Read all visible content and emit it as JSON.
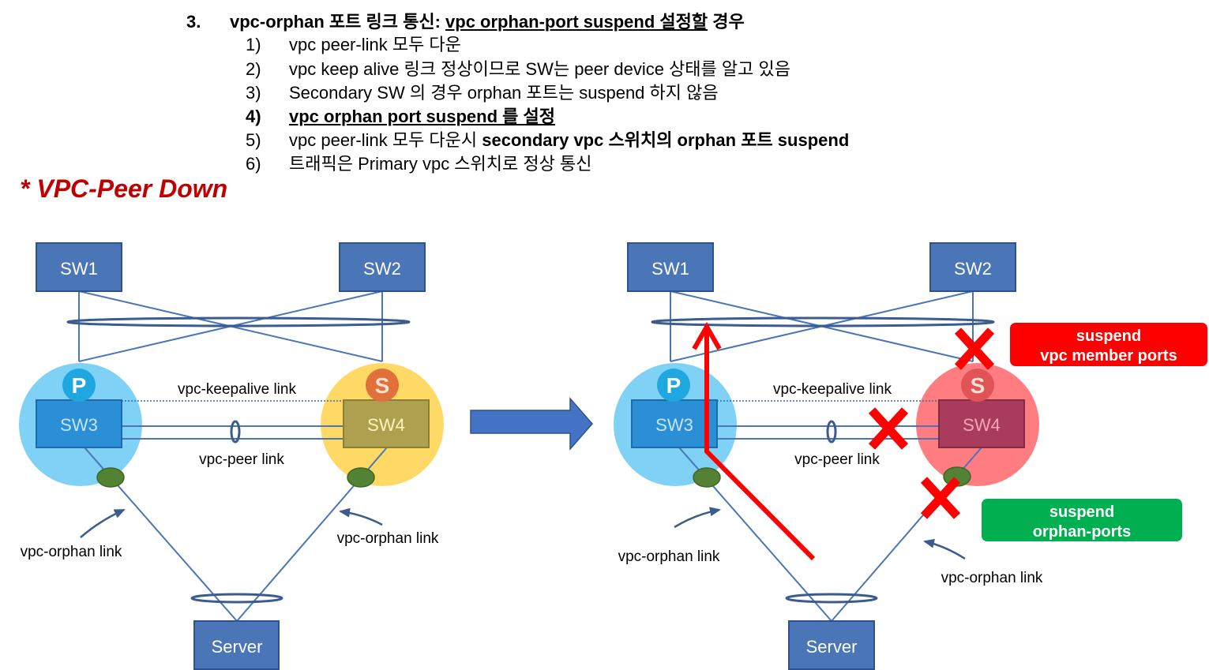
{
  "colors": {
    "switch_fill": "#4a76b8",
    "primary_zone": "#7fd2f6",
    "secondary_zone_before": "#ffd966",
    "secondary_zone_after": "#ff7c80",
    "section_label": "#c00000",
    "failure_mark": "#ff0000",
    "suspend_vpc_callout": "#ff0000",
    "suspend_orphan_callout": "#00b050"
  },
  "header": {
    "number": "3.",
    "title": "vpc-orphan 포트 링크 통신:",
    "title_underlined": "vpc orphan-port suspend 설정할",
    "title_tail": "경우"
  },
  "steps": [
    {
      "num": "1)",
      "text": "vpc peer-link 모두 다운"
    },
    {
      "num": "2)",
      "text": "vpc keep alive 링크 정상이므로 SW는 peer device 상태를 알고 있음"
    },
    {
      "num": "3)",
      "text": "Secondary SW 의 경우 orphan 포트는 suspend 하지 않음"
    },
    {
      "num": "4)",
      "text": "vpc orphan port suspend 를 설정"
    },
    {
      "num": "5)",
      "text": "vpc peer-link 모두 다운시",
      "emphasis": "secondary vpc 스위치의 orphan 포트 suspend"
    },
    {
      "num": "6)",
      "text": "트래픽은 Primary vpc 스위치로 정상 통신"
    }
  ],
  "section_label": "* VPC-Peer Down",
  "before": {
    "sw1": "SW1",
    "sw2": "SW2",
    "sw3": "SW3",
    "sw4": "SW4",
    "server": "Server",
    "primary_badge": "P",
    "secondary_badge": "S",
    "keepalive_label": "vpc-keepalive link",
    "peer_link_label": "vpc-peer link",
    "orphan_link_left_label": "vpc-orphan link",
    "orphan_link_right_label": "vpc-orphan link"
  },
  "after": {
    "sw1": "SW1",
    "sw2": "SW2",
    "sw3": "SW3",
    "sw4": "SW4",
    "server": "Server",
    "primary_badge": "P",
    "secondary_badge": "S",
    "keepalive_label": "vpc-keepalive link",
    "peer_link_label": "vpc-peer link",
    "orphan_link_left_label": "vpc-orphan link",
    "orphan_link_right_label": "vpc-orphan link",
    "callout_vpc_member": {
      "line1": "suspend",
      "line2": "vpc member ports"
    },
    "callout_orphan": {
      "line1": "suspend",
      "line2": "orphan-ports"
    }
  }
}
